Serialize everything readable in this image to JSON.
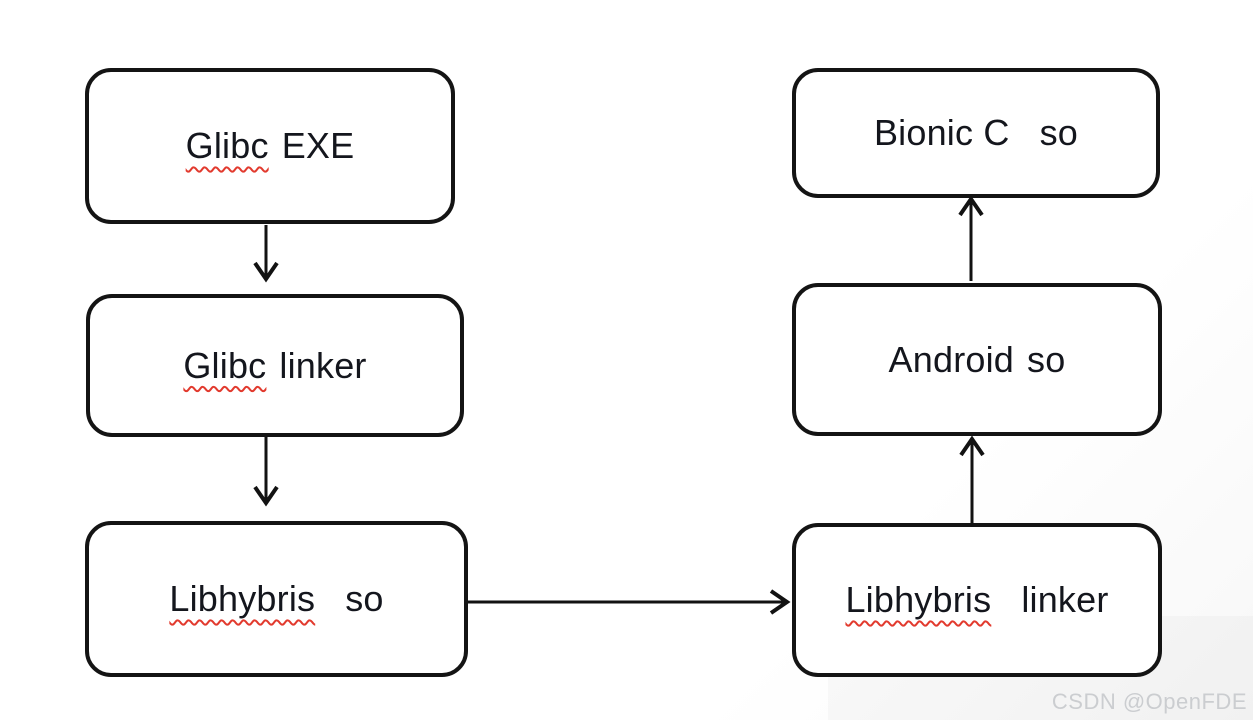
{
  "diagram_type": "flowchart",
  "nodes": [
    {
      "id": "glibc-exe",
      "word1": "Glibc",
      "word2": "EXE",
      "misspelled_word1": true
    },
    {
      "id": "glibc-linker",
      "word1": "Glibc",
      "word2": "linker",
      "misspelled_word1": true
    },
    {
      "id": "libhybris-so",
      "word1": "Libhybris",
      "word2": "so",
      "misspelled_word1": true
    },
    {
      "id": "bionic-c-so",
      "word1": "Bionic C",
      "word2": "so",
      "misspelled_word1": false
    },
    {
      "id": "android-so",
      "word1": "Android",
      "word2": "so",
      "misspelled_word1": false
    },
    {
      "id": "libhybris-linker",
      "word1": "Libhybris",
      "word2": "linker",
      "misspelled_word1": true
    }
  ],
  "edges": [
    {
      "from": "glibc-exe",
      "to": "glibc-linker",
      "direction": "down"
    },
    {
      "from": "glibc-linker",
      "to": "libhybris-so",
      "direction": "down"
    },
    {
      "from": "libhybris-so",
      "to": "libhybris-linker",
      "direction": "right"
    },
    {
      "from": "libhybris-linker",
      "to": "android-so",
      "direction": "up"
    },
    {
      "from": "android-so",
      "to": "bionic-c-so",
      "direction": "up"
    }
  ],
  "watermark": {
    "text": "CSDN @OpenFDE"
  },
  "colors": {
    "background": "#ffffff",
    "box_border": "#141414",
    "box_fill": "#ffffff",
    "text": "#14161d",
    "squiggle": "#e23a2e",
    "arrow": "#121212",
    "watermark": "#cbcdd0"
  }
}
